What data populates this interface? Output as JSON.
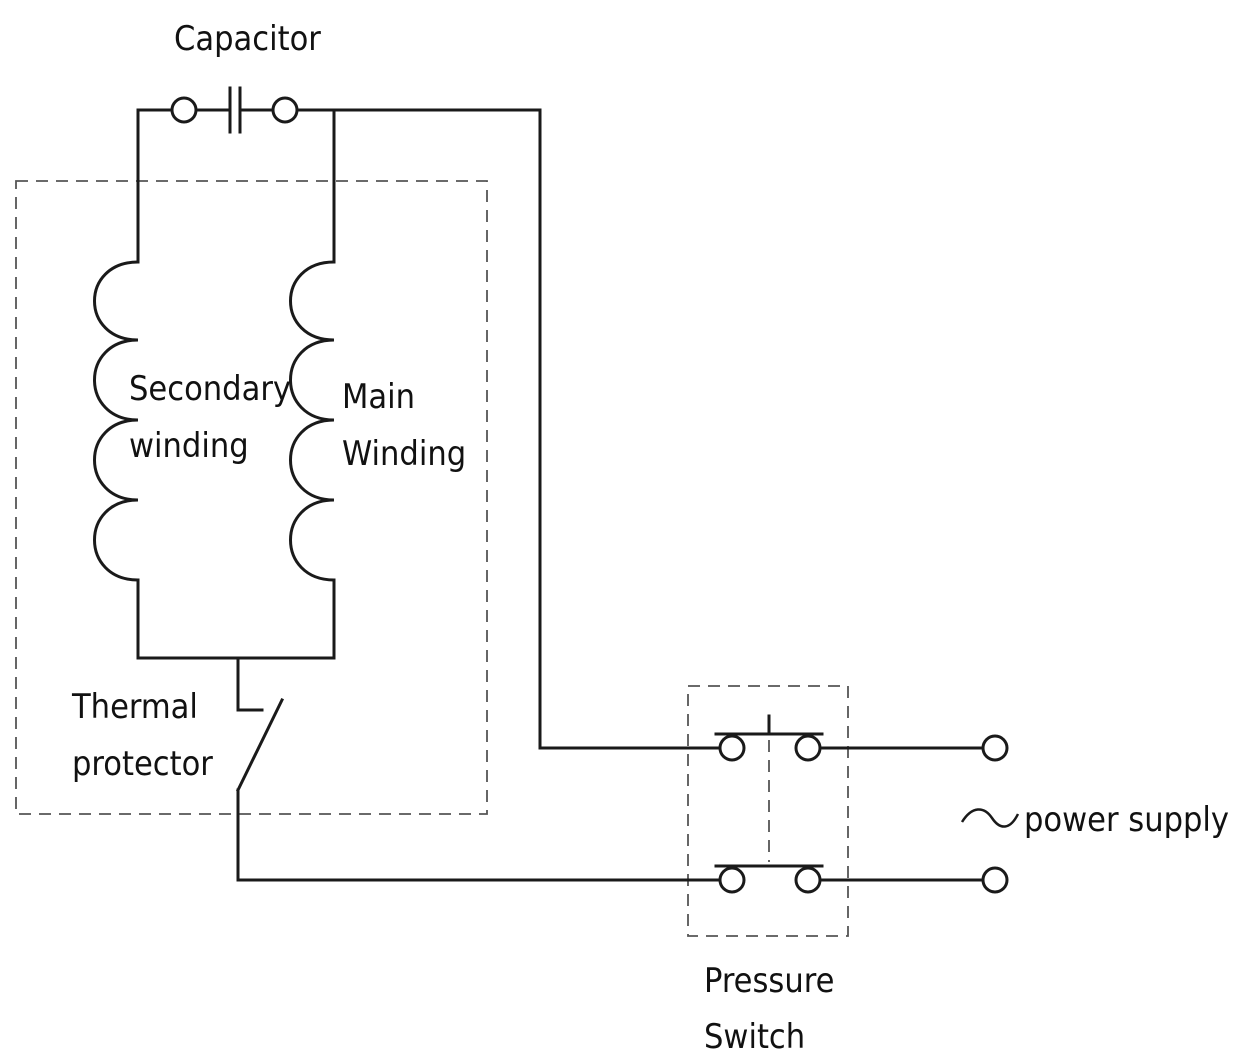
{
  "labels": {
    "capacitor": "Capacitor",
    "secondary_line1": "Secondary",
    "secondary_line2": "winding",
    "main_line1": "Main",
    "main_line2": "Winding",
    "thermal_line1": "Thermal",
    "thermal_line2": "protector",
    "pressure_line1": "Pressure",
    "pressure_line2": "Switch",
    "power_supply": "power supply",
    "ac_symbol": "∼"
  },
  "colors": {
    "line": "#1a1a1a",
    "dashed": "#555555",
    "background": "#ffffff"
  }
}
